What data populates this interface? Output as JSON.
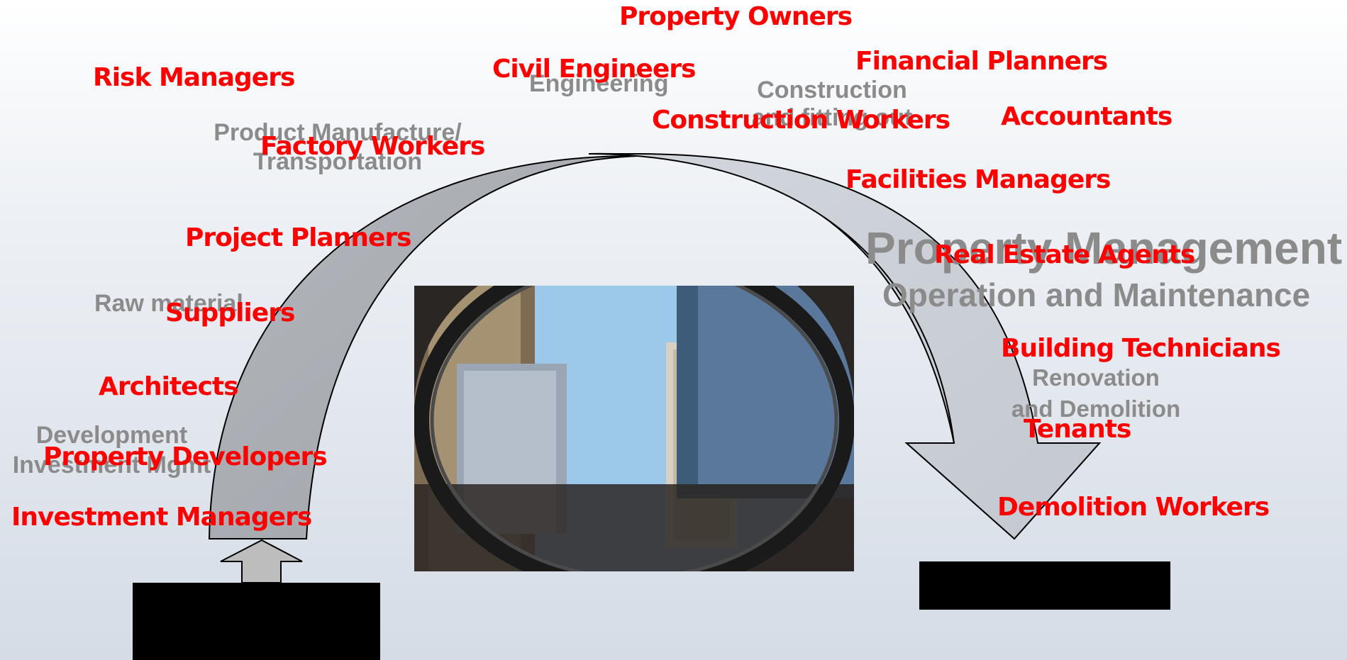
{
  "stages": {
    "engineering": "Engineering",
    "construction_line1": "Construction",
    "construction_line2": "and fitting out",
    "manufacture_line1": "Product Manufacture/",
    "manufacture_line2": "Transportation",
    "raw_material": "Raw material",
    "development_line1": "Development",
    "development_line2": "Investment Mgmt",
    "property_management": "Property Management",
    "operation_maintenance": "Operation and Maintenance",
    "renovation_line1": "Renovation",
    "renovation_line2": "and Demolition"
  },
  "roles": {
    "property_owners": "Property Owners",
    "risk_managers": "Risk Managers",
    "civil_engineers": "Civil Engineers",
    "financial_planners": "Financial Planners",
    "accountants": "Accountants",
    "construction_workers": "Construction Workers",
    "factory_workers": "Factory Workers",
    "facilities_managers": "Facilities Managers",
    "project_planners": "Project Planners",
    "real_estate_agents": "Real Estate Agents",
    "suppliers": "Suppliers",
    "building_technicians": "Building Technicians",
    "architects": "Architects",
    "tenants": "Tenants",
    "property_developers": "Property Developers",
    "demolition_workers": "Demolition Workers",
    "investment_managers": "Investment Managers"
  },
  "colors": {
    "role_text": "#ff0000",
    "stage_text": "#8b8b8b",
    "arc_left": "#a9acb1",
    "arc_right": "#c9ced6",
    "redaction": "#000000"
  }
}
